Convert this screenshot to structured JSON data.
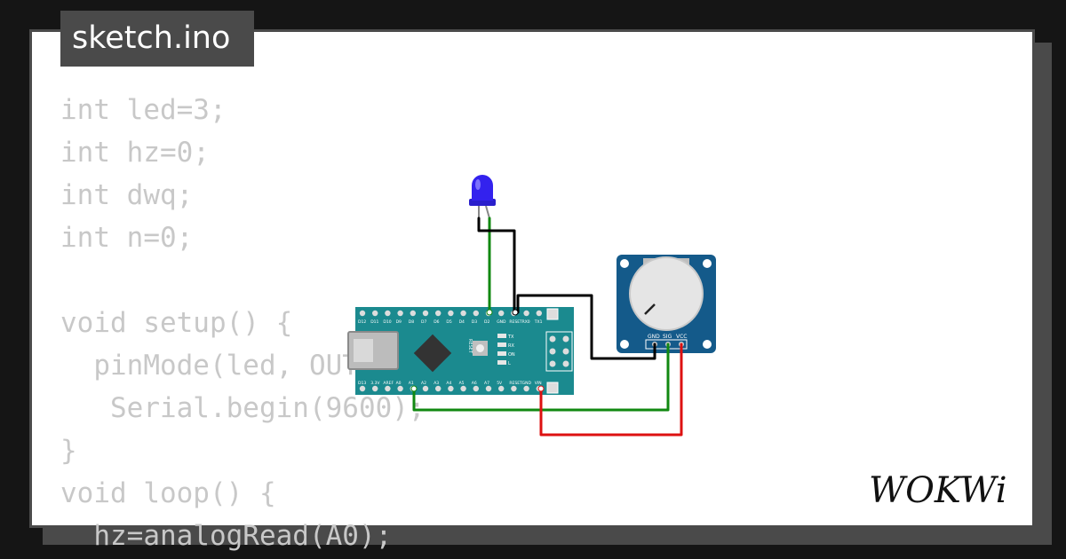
{
  "file": {
    "name": "sketch.ino"
  },
  "code": {
    "lines": [
      "int led=3;",
      "int hz=0;",
      "int dwq;",
      "int n=0;",
      "",
      "void setup() {",
      "  pinMode(led, OUTPUT);",
      "   Serial.begin(9600);",
      "}",
      "void loop() {",
      "  hz=analogRead(A0);"
    ]
  },
  "board": {
    "pins_top": [
      "D12",
      "D11",
      "D10",
      "D9",
      "D8",
      "D7",
      "D6",
      "D5",
      "D4",
      "D3",
      "D2",
      "GND",
      "RESET",
      "RX0",
      "TX1"
    ],
    "pins_bottom": [
      "D13",
      "3.3V",
      "AREF",
      "A0",
      "A1",
      "A2",
      "A3",
      "A4",
      "A5",
      "A6",
      "A7",
      "5V",
      "RESET",
      "GND",
      "VIN"
    ],
    "led_labels": [
      "TX",
      "RX",
      "ON",
      "L"
    ],
    "reset_label": "RESET"
  },
  "potentiometer": {
    "pins": [
      "GND",
      "SIG",
      "VCC"
    ]
  },
  "colors": {
    "board": "#1b8a8f",
    "led": "#3322ee",
    "module": "#145a8a",
    "wire_green": "#118811",
    "wire_black": "#000000",
    "wire_red": "#dd1111"
  },
  "brand": {
    "logo": "WOKWi"
  }
}
